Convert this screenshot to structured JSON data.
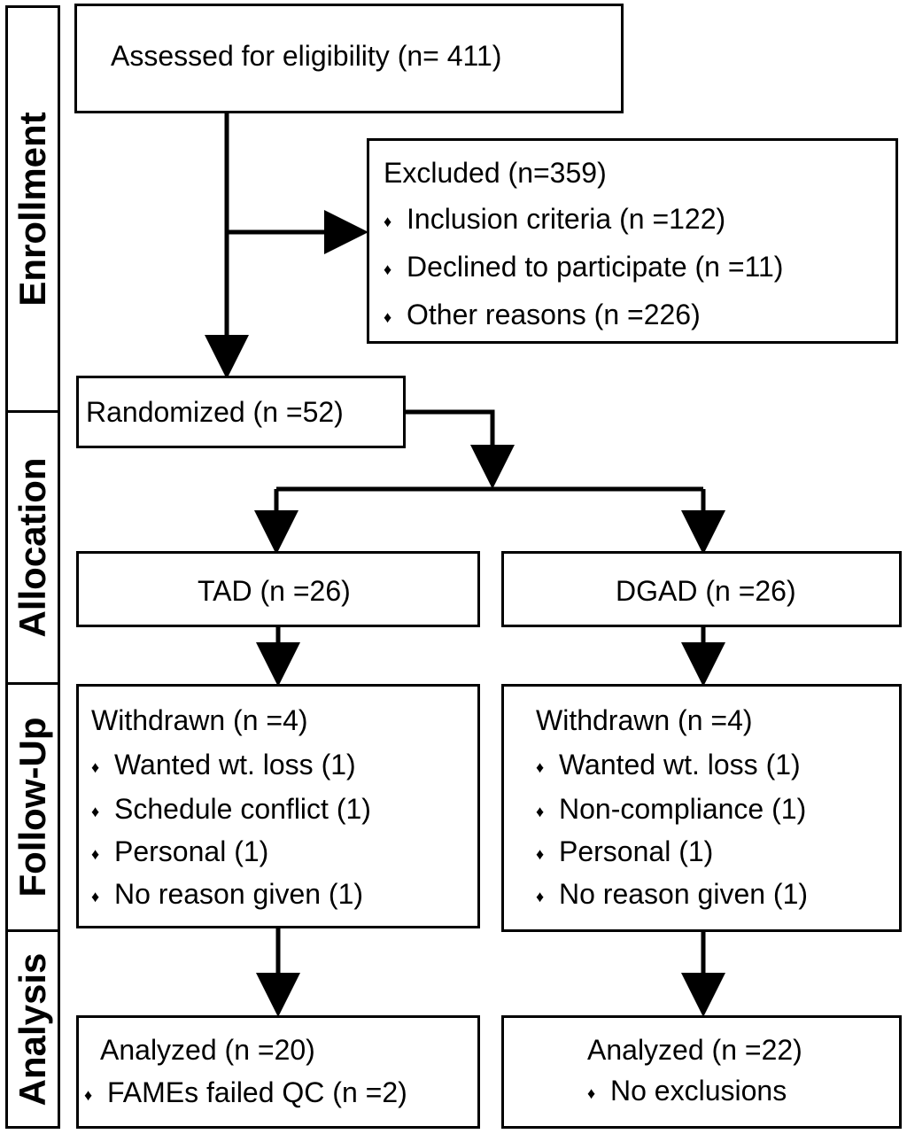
{
  "stages": {
    "enrollment": "Enrollment",
    "allocation": "Allocation",
    "follow_up": "Follow-Up",
    "analysis": "Analysis"
  },
  "assessed": "Assessed for eligibility (n= 411)",
  "excluded": {
    "title": "Excluded  (n=359)",
    "items": [
      "Inclusion criteria (n =122)",
      "Declined to participate (n =11)",
      "Other reasons (n =226)"
    ]
  },
  "randomized": "Randomized (n =52)",
  "arms": {
    "left": {
      "allocation": "TAD (n =26)",
      "withdrawn": "Withdrawn (n =4)",
      "withdrawn_items": [
        "Wanted wt. loss (1)",
        "Schedule conflict (1)",
        "Personal (1)",
        "No reason given (1)"
      ],
      "analyzed": "Analyzed (n =20)",
      "analyzed_items": [
        "FAMEs failed QC (n =2)"
      ]
    },
    "right": {
      "allocation": "DGAD (n =26)",
      "withdrawn": "Withdrawn (n =4)",
      "withdrawn_items": [
        "Wanted wt. loss (1)",
        "Non-compliance (1)",
        "Personal (1)",
        "No reason given (1)"
      ],
      "analyzed": "Analyzed (n =22)",
      "analyzed_items": [
        "No exclusions"
      ]
    }
  },
  "bullet_glyph": "♦",
  "colors": {
    "line": "#000000",
    "background": "#ffffff"
  }
}
